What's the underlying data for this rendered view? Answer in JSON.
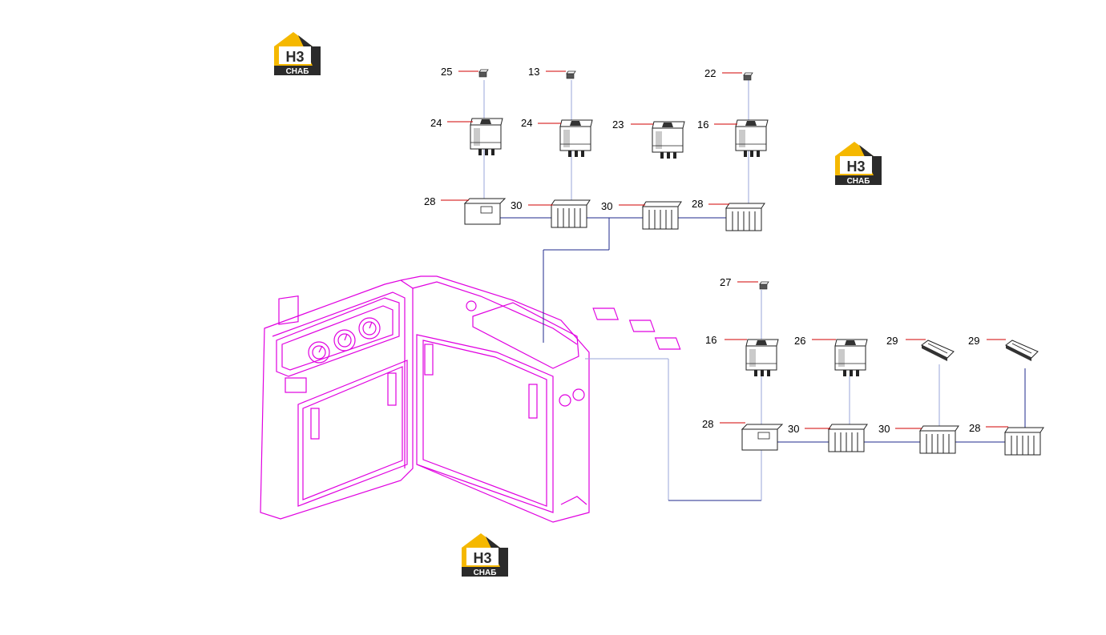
{
  "logo": {
    "mark": "H3",
    "text": "CHAБ",
    "accent": "#f5b800",
    "dark": "#2b2b2b"
  },
  "colors": {
    "panel": "#e000e0",
    "wire": "#1f2a8c",
    "leader": "#d00000",
    "part": "#222222"
  },
  "parts": {
    "top_row_1": {
      "cap": "25",
      "switch": "24",
      "frame": "28"
    },
    "top_row_2": {
      "cap": "13",
      "switch": "24",
      "frame": "30"
    },
    "top_row_3": {
      "switch": "23",
      "frame": "30"
    },
    "top_row_4": {
      "cap": "22",
      "switch": "16",
      "frame": "28"
    },
    "bottom_row_1": {
      "cap": "27",
      "switch": "16",
      "frame": "28"
    },
    "bottom_row_2": {
      "switch": "26",
      "frame": "30"
    },
    "bottom_row_3": {
      "switch": "29",
      "frame": "30"
    },
    "bottom_row_4": {
      "switch": "29",
      "frame": "28"
    }
  }
}
